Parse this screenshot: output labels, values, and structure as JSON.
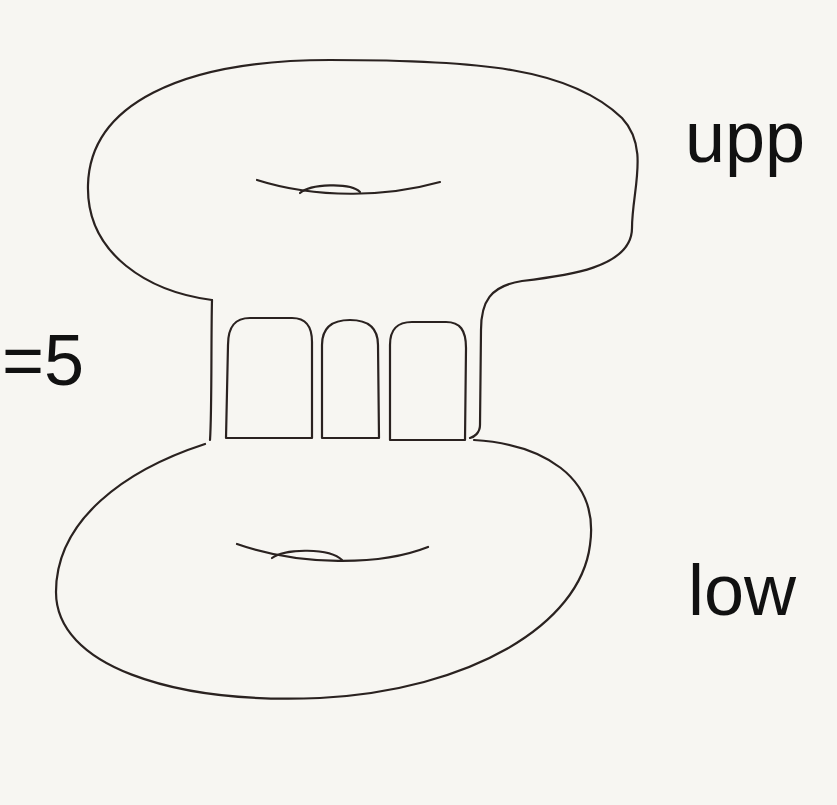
{
  "diagram": {
    "labels": [
      "=5",
      "upp",
      "low"
    ]
  }
}
